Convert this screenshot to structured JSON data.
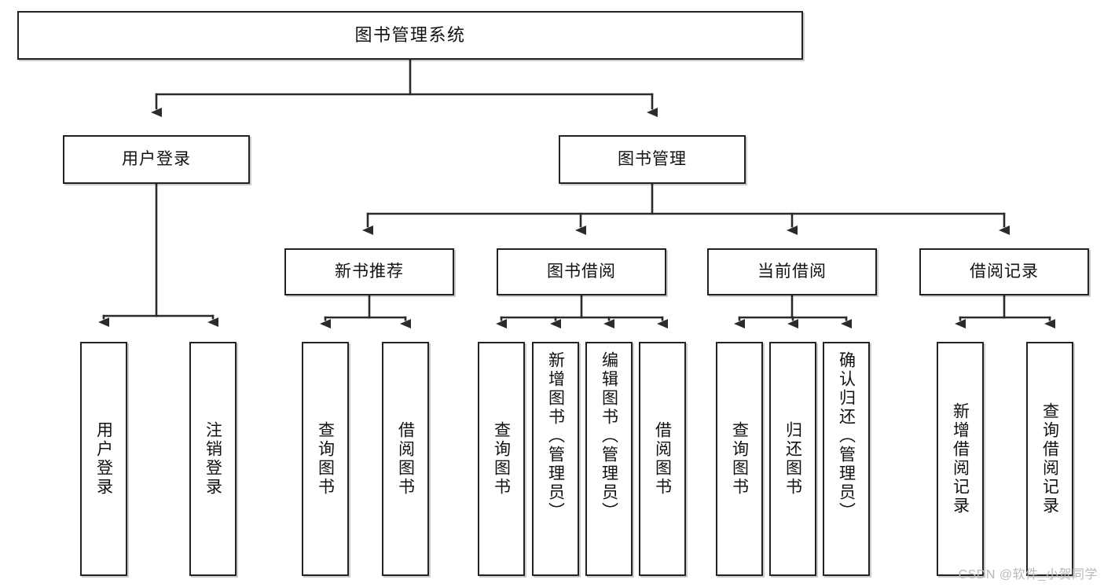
{
  "diagram": {
    "type": "tree",
    "title": "图书管理系统",
    "orientation": "top-down",
    "colors": {
      "box_border": "#222222",
      "box_fill": "#ffffff",
      "connector": "#222222",
      "text": "#111111",
      "watermark": "#b9b9b9"
    },
    "root": {
      "label": "图书管理系统"
    },
    "level2": [
      {
        "label": "用户登录"
      },
      {
        "label": "图书管理"
      }
    ],
    "level3": [
      {
        "label": "新书推荐"
      },
      {
        "label": "图书借阅"
      },
      {
        "label": "当前借阅"
      },
      {
        "label": "借阅记录"
      }
    ],
    "leaves": {
      "user_login": [
        {
          "label": "用户登录"
        },
        {
          "label": "注销登录"
        }
      ],
      "new_book": [
        {
          "label": "查询图书"
        },
        {
          "label": "借阅图书"
        }
      ],
      "book_borrow": [
        {
          "label": "查询图书"
        },
        {
          "label": "新增图书（管理员）"
        },
        {
          "label": "编辑图书（管理员）"
        },
        {
          "label": "借阅图书"
        }
      ],
      "current_borrow": [
        {
          "label": "查询图书"
        },
        {
          "label": "归还图书"
        },
        {
          "label": "确认归还（管理员）"
        }
      ],
      "borrow_record": [
        {
          "label": "新增借阅记录"
        },
        {
          "label": "查询借阅记录"
        }
      ]
    }
  },
  "watermark": {
    "text": "CSDN @软件_小贺同学"
  }
}
